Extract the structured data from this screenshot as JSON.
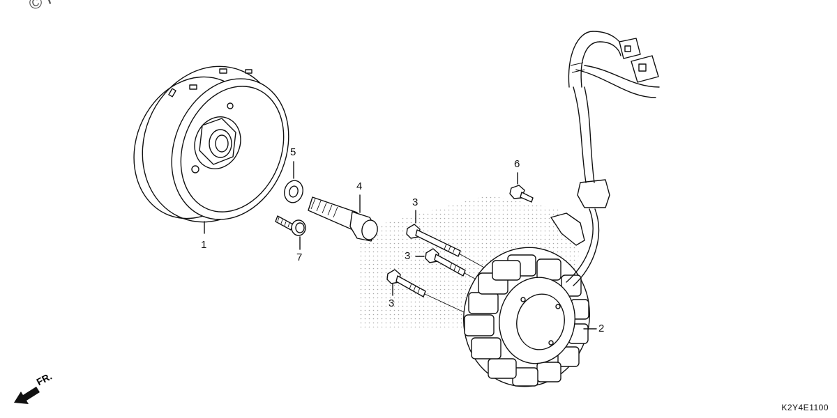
{
  "watermark": "© Partzilla",
  "diagram_code": "K2Y4E1100",
  "direction_label": "FR.",
  "callouts": {
    "flywheel": "1",
    "stator": "2",
    "stator_bolt_upper": "3",
    "stator_bolt_middle": "3",
    "stator_bolt_lower": "3",
    "flywheel_bolt": "4",
    "washer": "5",
    "clamp_bolt": "6",
    "bolt_7": "7"
  }
}
